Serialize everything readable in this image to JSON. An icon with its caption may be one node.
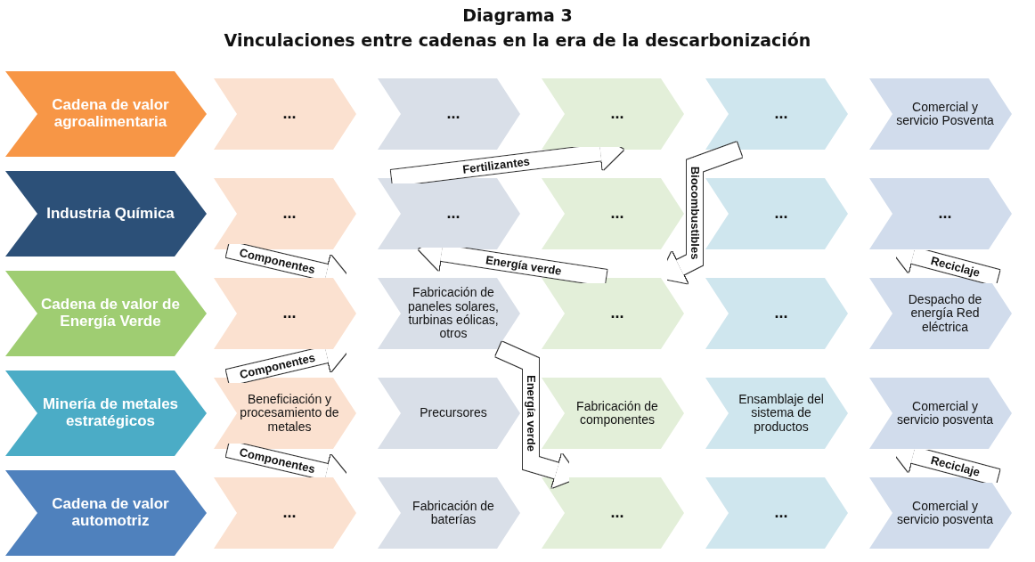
{
  "diagram": {
    "title": "Diagrama 3",
    "labels": [
      "Vinculaciones entre cadenas en la era de la descarbonización"
    ],
    "nodes": [
      {
        "text": [
          "Cadena de valor agroalimentaria"
        ]
      },
      {
        "text": [
          "..."
        ]
      },
      {
        "text": [
          "..."
        ]
      },
      {
        "text": [
          "..."
        ]
      },
      {
        "text": [
          "..."
        ]
      },
      {
        "text": [
          "Comercial y servicio Posventa"
        ]
      },
      {
        "text": [
          "Industria Química"
        ]
      },
      {
        "text": [
          "..."
        ]
      },
      {
        "text": [
          "..."
        ]
      },
      {
        "text": [
          "..."
        ]
      },
      {
        "text": [
          "..."
        ]
      },
      {
        "text": [
          "..."
        ]
      },
      {
        "text": [
          "Cadena de valor de Energía Verde"
        ]
      },
      {
        "text": [
          "..."
        ]
      },
      {
        "text": [
          "Fabricación de paneles solares, turbinas eólicas, otros"
        ]
      },
      {
        "text": [
          "..."
        ]
      },
      {
        "text": [
          "..."
        ]
      },
      {
        "text": [
          "Despacho de energía Red eléctrica"
        ]
      },
      {
        "text": [
          "Minería de metales estratégicos"
        ]
      },
      {
        "text": [
          "Beneficiación y procesamiento de metales"
        ]
      },
      {
        "text": [
          "Precursores"
        ]
      },
      {
        "text": [
          "Fabricación de componentes"
        ]
      },
      {
        "text": [
          "Ensamblaje del sistema de productos"
        ]
      },
      {
        "text": [
          "Comercial y servicio posventa"
        ]
      },
      {
        "text": [
          "Cadena de valor automotriz"
        ]
      },
      {
        "text": [
          "..."
        ]
      },
      {
        "text": [
          "Fabricación de baterías"
        ]
      },
      {
        "text": [
          "..."
        ]
      },
      {
        "text": [
          "..."
        ]
      },
      {
        "text": [
          "Comercial y servicio posventa"
        ]
      }
    ],
    "edges": [
      {
        "from": 8,
        "to": 3,
        "arrow": "to",
        "label": "Fertilizantes"
      },
      {
        "from": 4,
        "to": 15,
        "arrow": "to",
        "label": "Biocombustibles"
      },
      {
        "from": 15,
        "to": 8,
        "arrow": "to",
        "label": "Energía verde"
      },
      {
        "from": 7,
        "to": 13,
        "arrow": "to",
        "label": "Componentes"
      },
      {
        "from": 19,
        "to": 13,
        "arrow": "to",
        "label": "Componentes"
      },
      {
        "from": 19,
        "to": 25,
        "arrow": "to",
        "label": "Componentes"
      },
      {
        "from": 14,
        "to": 27,
        "arrow": "to",
        "label": "Energía verde"
      },
      {
        "from": 17,
        "to": 11,
        "arrow": "to",
        "label": "Reciclaje"
      },
      {
        "from": 29,
        "to": 23,
        "arrow": "to",
        "label": "Reciclaje"
      }
    ]
  }
}
